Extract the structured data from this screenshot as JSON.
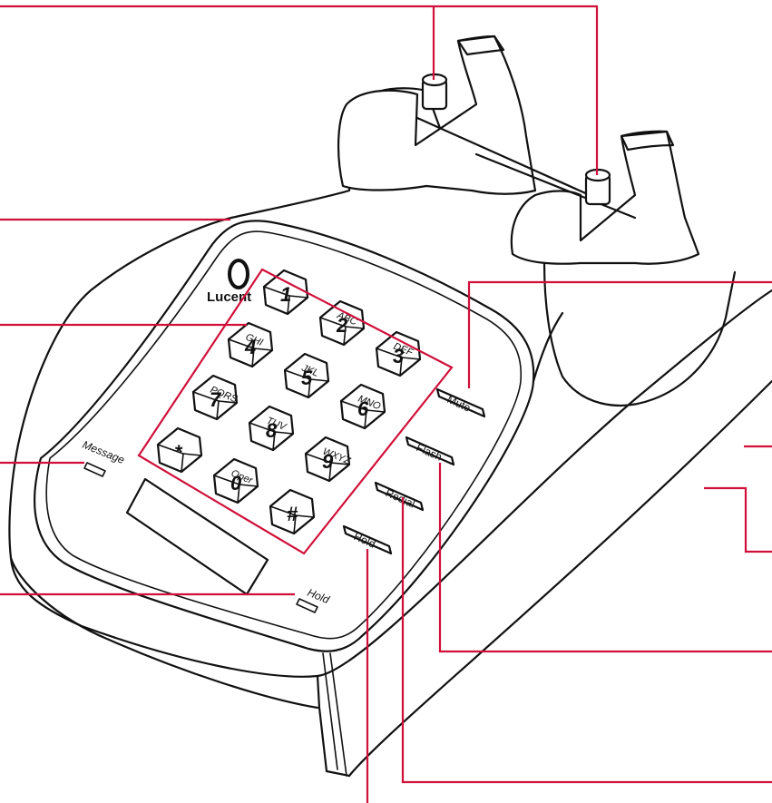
{
  "colors": {
    "callout": "#d0103a",
    "outline": "#111111",
    "background": "#ffffff"
  },
  "brand": {
    "logo_text": "Lucent"
  },
  "keypad": [
    {
      "digit": "1",
      "letters": ""
    },
    {
      "digit": "2",
      "letters": "ABC"
    },
    {
      "digit": "3",
      "letters": "DEF"
    },
    {
      "digit": "4",
      "letters": "GHI"
    },
    {
      "digit": "5",
      "letters": "JKL"
    },
    {
      "digit": "6",
      "letters": "MNO"
    },
    {
      "digit": "7",
      "letters": "PQRS"
    },
    {
      "digit": "8",
      "letters": "TUV"
    },
    {
      "digit": "9",
      "letters": "WXYZ"
    },
    {
      "digit": "*",
      "letters": ""
    },
    {
      "digit": "0",
      "letters": "Oper"
    },
    {
      "digit": "#",
      "letters": ""
    }
  ],
  "buttons": {
    "mute": "Mute",
    "flash": "Flash",
    "redial": "Redial",
    "hold": "Hold"
  },
  "indicators": {
    "message": "Message",
    "hold": "Hold"
  }
}
